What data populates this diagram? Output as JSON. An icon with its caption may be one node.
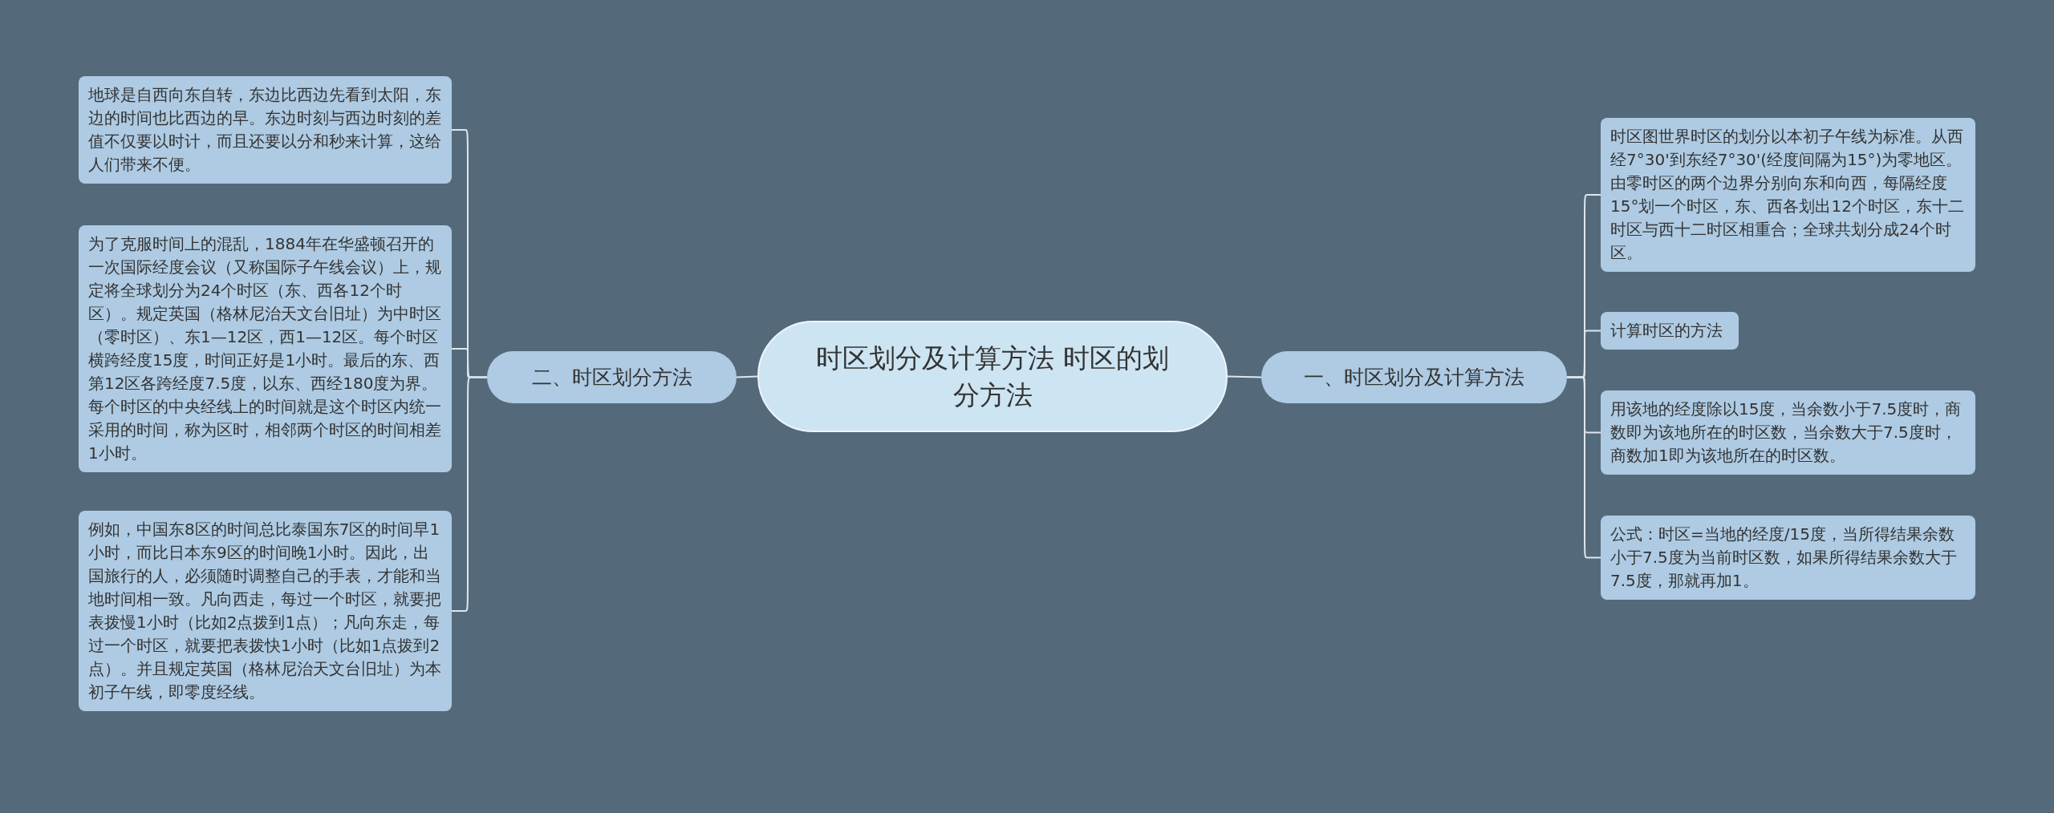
{
  "diagram": {
    "nodes": [
      {
        "text": [
          "时区划分及计算方法 时区的划分方法"
        ]
      },
      {
        "text": [
          "一、时区划分及计算方法"
        ]
      },
      {
        "text": [
          "时区图世界时区的划分以本初子午线为标准。从西经7°30'到东经7°30'(经度间隔为15°)为零地区。由零时区的两个边界分别向东和向西，每隔经度15°划一个时区，东、西各划出12个时区，东十二时区与西十二时区相重合；全球共划分成24个时区。"
        ]
      },
      {
        "text": [
          "计算时区的方法"
        ]
      },
      {
        "text": [
          "用该地的经度除以15度，当余数小于7.5度时，商数即为该地所在的时区数，当余数大于7.5度时，商数加1即为该地所在的时区数。"
        ]
      },
      {
        "text": [
          "公式：时区=当地的经度/15度，当所得结果余数小于7.5度为当前时区数，如果所得结果余数大于7.5度，那就再加1。"
        ]
      },
      {
        "text": [
          "二、时区划分方法"
        ]
      },
      {
        "text": [
          "地球是自西向东自转，东边比西边先看到太阳，东边的时间也比西边的早。东边时刻与西边时刻的差值不仅要以时计，而且还要以分和秒来计算，这给人们带来不便。"
        ]
      },
      {
        "text": [
          "为了克服时间上的混乱，1884年在华盛顿召开的一次国际经度会议（又称国际子午线会议）上，规定将全球划分为24个时区（东、西各12个时区）。规定英国（格林尼治天文台旧址）为中时区（零时区）、东1—12区，西1—12区。每个时区横跨经度15度，时间正好是1小时。最后的东、西第12区各跨经度7.5度，以东、西经180度为界。每个时区的中央经线上的时间就是这个时区内统一采用的时间，称为区时，相邻两个时区的时间相差1小时。"
        ]
      },
      {
        "text": [
          "例如，中国东8区的时间总比泰国东7区的时间早1小时，而比日本东9区的时间晚1小时。因此，出国旅行的人，必须随时调整自己的手表，才能和当地时间相一致。凡向西走，每过一个时区，就要把表拨慢1小时（比如2点拨到1点）；凡向东走，每过一个时区，就要把表拨快1小时（比如1点拨到2点）。并且规定英国（格林尼治天文台旧址）为本初子午线，即零度经线。"
        ]
      }
    ],
    "edges": [
      {
        "from": 0,
        "to": 1,
        "arrow": "none"
      },
      {
        "from": 1,
        "to": 2,
        "arrow": "none"
      },
      {
        "from": 1,
        "to": 3,
        "arrow": "none"
      },
      {
        "from": 1,
        "to": 4,
        "arrow": "none"
      },
      {
        "from": 1,
        "to": 5,
        "arrow": "none"
      },
      {
        "from": 0,
        "to": 6,
        "arrow": "none"
      },
      {
        "from": 6,
        "to": 7,
        "arrow": "none"
      },
      {
        "from": 6,
        "to": 8,
        "arrow": "none"
      },
      {
        "from": 6,
        "to": 9,
        "arrow": "none"
      }
    ]
  }
}
